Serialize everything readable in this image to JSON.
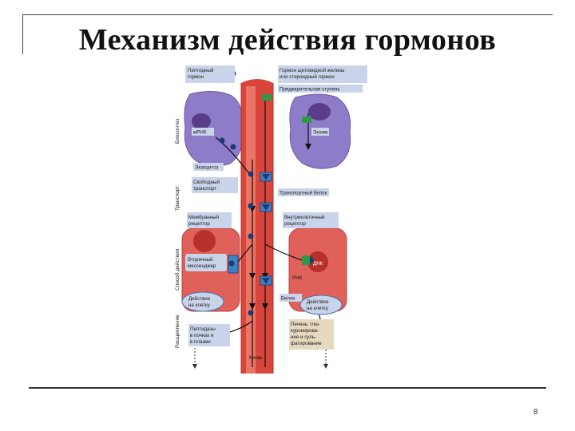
{
  "title": "Механизм действия гормонов",
  "page_number": "8",
  "diagram": {
    "side_labels": {
      "biosynthesis": "Биосинтез",
      "transport": "Транспорт",
      "mode_of_action": "Способ действия",
      "degradation": "Расщепление"
    },
    "callouts": {
      "peptide_hormone": [
        "Пептидный",
        "гормон"
      ],
      "thyroid_hormone": [
        "Гормон щитовидной железы",
        "или стероидный гормон"
      ],
      "precursor_stage": "Предварительная ступень",
      "mrna": "мРНК",
      "enzyme": "Энзим",
      "exocytosis": "Экзоцитоз",
      "free_transport": [
        "Свободный",
        "транспорт"
      ],
      "transport_protein": "Транспортный белок",
      "membrane_receptor": [
        "Мембранный",
        "рецептор"
      ],
      "internal_receptor": [
        "Внутриклеточный",
        "рецептор"
      ],
      "second_messenger": [
        "Вторичный",
        "мессенджер"
      ],
      "dna": "ДНК",
      "rna": "РНК",
      "protein": "Белок",
      "action_left": [
        "Действие",
        "на клетку"
      ],
      "action_right": [
        "Действие",
        "на клетку"
      ],
      "peptidases": [
        "Пептидазы",
        "в почках и",
        "в плазме"
      ],
      "liver": [
        "Печень: глю-",
        "куронирова-",
        "ние и суль-",
        "фатирование"
      ],
      "blood": "Кровь"
    },
    "colors": {
      "vessel": "#d9453a",
      "vessel_light": "#ee8a78",
      "cell_top": "#8e7cc8",
      "cell_bottom": "#e0605a",
      "nucleus": "#5a3c88",
      "nucleus_bottom": "#b8302c",
      "label_box": "#c9d4ea",
      "label_box_tan": "#e6d9bf",
      "receptor": "#3a82c4",
      "green": "#2e9a4a"
    }
  }
}
